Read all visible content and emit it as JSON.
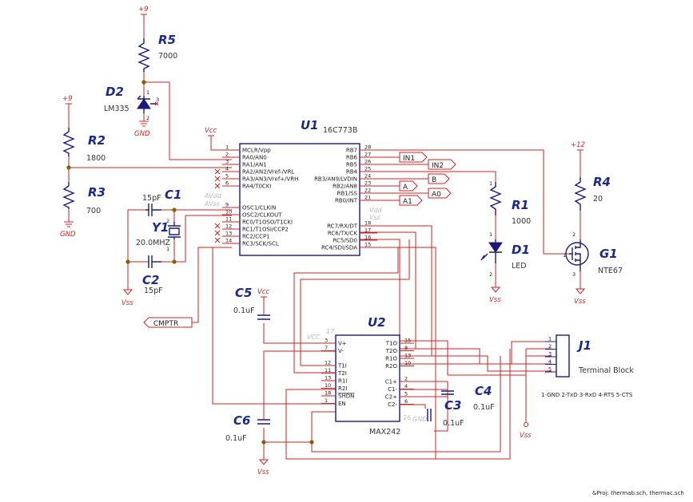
{
  "power": {
    "plus9": "+9",
    "plus12": "+12",
    "vcc": "Vcc",
    "vss": "Vss",
    "gnd": "GND"
  },
  "components": {
    "r5": {
      "ref": "R5",
      "value": "7000"
    },
    "d2": {
      "ref": "D2",
      "value": "LM335"
    },
    "r2": {
      "ref": "R2",
      "value": "1800"
    },
    "r3": {
      "ref": "R3",
      "value": "700"
    },
    "c1": {
      "ref": "C1",
      "value": "15pF"
    },
    "y1": {
      "ref": "Y1",
      "value": "20.0MHZ"
    },
    "c2": {
      "ref": "C2",
      "value": "15pF"
    },
    "u1": {
      "ref": "U1",
      "value": "16C773B"
    },
    "r1": {
      "ref": "R1",
      "value": "1000"
    },
    "d1": {
      "ref": "D1",
      "value": "LED"
    },
    "r4": {
      "ref": "R4",
      "value": "20"
    },
    "g1": {
      "ref": "G1",
      "value": "NTE67"
    },
    "c5": {
      "ref": "C5",
      "value": "0.1uF"
    },
    "u2": {
      "ref": "U2",
      "value": "MAX242"
    },
    "c4": {
      "ref": "C4",
      "value": "0.1uF"
    },
    "c3": {
      "ref": "C3",
      "value": "0.1uF"
    },
    "c6": {
      "ref": "C6",
      "value": "0.1uF"
    },
    "j1": {
      "ref": "J1",
      "value": "Terminal Block",
      "pinout": "1-GND 2-TxD 3-RxD 4-RTS 5-CTS"
    }
  },
  "u1_left": [
    {
      "num": "1",
      "label": "MCLR/Vpp"
    },
    {
      "num": "2",
      "label": "RA0/AN0"
    },
    {
      "num": "3",
      "label": "RA1/AN1"
    },
    {
      "num": "4",
      "label": "RA2/AN2/Vref-/VRL"
    },
    {
      "num": "5",
      "label": "RA3/AN3/Vref+/VRH"
    },
    {
      "num": "6",
      "label": "RA4/T0CKI"
    },
    {
      "num": "9",
      "label": "OSC1/CLKIN"
    },
    {
      "num": "10",
      "label": "OSC2/CLKOUT"
    },
    {
      "num": "11",
      "label": "RC0/T1OSO/T1CKI"
    },
    {
      "num": "12",
      "label": "RC1/T1OSI/CCP2"
    },
    {
      "num": "13",
      "label": "RC2/CCP1"
    },
    {
      "num": "14",
      "label": "RC3/SCK/SCL"
    }
  ],
  "u1_right": [
    {
      "num": "28",
      "label": "RB7"
    },
    {
      "num": "27",
      "label": "RB6"
    },
    {
      "num": "26",
      "label": "RB5"
    },
    {
      "num": "25",
      "label": "RB4"
    },
    {
      "num": "24",
      "label": "RB3/AN9/LVDIN"
    },
    {
      "num": "23",
      "label": "RB2/AN8"
    },
    {
      "num": "22",
      "label": "RB1/SS"
    },
    {
      "num": "21",
      "label": "RB0/INT"
    },
    {
      "num": "18",
      "label": "RC7/RX/DT"
    },
    {
      "num": "17",
      "label": "RC6/TX/CK"
    },
    {
      "num": "16",
      "label": "RC5/SD0"
    },
    {
      "num": "15",
      "label": "RC4/SDI/SDA"
    }
  ],
  "u1_ghost": {
    "avdd": "AVdd",
    "avss": "AVss",
    "vdd": "Vdd",
    "vss": "Vss"
  },
  "u2_left": [
    {
      "num": "3",
      "label": "V+"
    },
    {
      "num": "7",
      "label": "V-"
    },
    {
      "num": "12",
      "label": "T1I"
    },
    {
      "num": "11",
      "label": "T2I"
    },
    {
      "num": "13",
      "label": "R1I"
    },
    {
      "num": "10",
      "label": "R2I"
    },
    {
      "num": "18",
      "label": "SHDN"
    },
    {
      "num": "1",
      "label": "EN"
    }
  ],
  "u2_right": [
    {
      "num": "15",
      "label": "T1O"
    },
    {
      "num": "8",
      "label": "T2O"
    },
    {
      "num": "13",
      "label": "R1O"
    },
    {
      "num": "10",
      "label": "R2O"
    },
    {
      "num": "2",
      "label": "C1+"
    },
    {
      "num": "4",
      "label": "C1-"
    },
    {
      "num": "5",
      "label": "C2+"
    },
    {
      "num": "6",
      "label": "C2-"
    }
  ],
  "u2_ghost": {
    "vcc": "VCC",
    "vcc_pin": "17",
    "gnd": "GND",
    "gnd_pin": "16"
  },
  "j1_pins": [
    "1",
    "2",
    "3",
    "4",
    "5"
  ],
  "net_labels": {
    "in1": "IN1",
    "in2": "IN2",
    "b": "B",
    "a": "A",
    "a0": "A0",
    "a1": "A1",
    "cmptr": "CMPTR"
  },
  "pin_numbers": {
    "d2_1": "1",
    "d2_2": "2",
    "d2_3": "3",
    "r1_1": "1",
    "d1_1": "1",
    "d1_2": "2",
    "g1_1": "1",
    "g1_2": "2",
    "g1_3": "3",
    "y1_1": "1",
    "y1_2": "2"
  },
  "footer": "&Proj: thermab.sch, thermac.sch"
}
